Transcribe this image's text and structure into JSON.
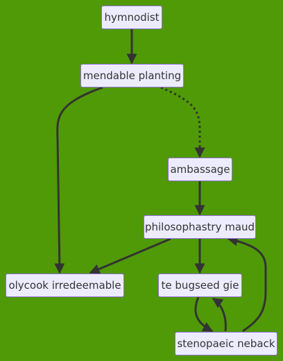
{
  "diagram": {
    "background": "#4f9a06",
    "node_fill": "#ececfe",
    "node_border": "#9370db",
    "edge_color": "#333333",
    "nodes": {
      "hymnodist": "hymnodist",
      "mendable_planting": "mendable planting",
      "ambassage": "ambassage",
      "philosophastry_maud": "philosophastry maud",
      "olycook_irredeemable": "olycook irredeemable",
      "te_bugseed_gie": "te bugseed gie",
      "stenopaeic_neback": "stenopaeic neback"
    },
    "edges": [
      {
        "from": "hymnodist",
        "to": "mendable planting",
        "style": "solid"
      },
      {
        "from": "mendable planting",
        "to": "olycook irredeemable",
        "style": "solid"
      },
      {
        "from": "mendable planting",
        "to": "ambassage",
        "style": "dotted"
      },
      {
        "from": "ambassage",
        "to": "philosophastry maud",
        "style": "solid"
      },
      {
        "from": "philosophastry maud",
        "to": "olycook irredeemable",
        "style": "solid"
      },
      {
        "from": "philosophastry maud",
        "to": "te bugseed gie",
        "style": "solid"
      },
      {
        "from": "te bugseed gie",
        "to": "stenopaeic neback",
        "style": "solid"
      },
      {
        "from": "stenopaeic neback",
        "to": "te bugseed gie",
        "style": "solid"
      },
      {
        "from": "stenopaeic neback",
        "to": "philosophastry maud",
        "style": "solid"
      }
    ]
  }
}
